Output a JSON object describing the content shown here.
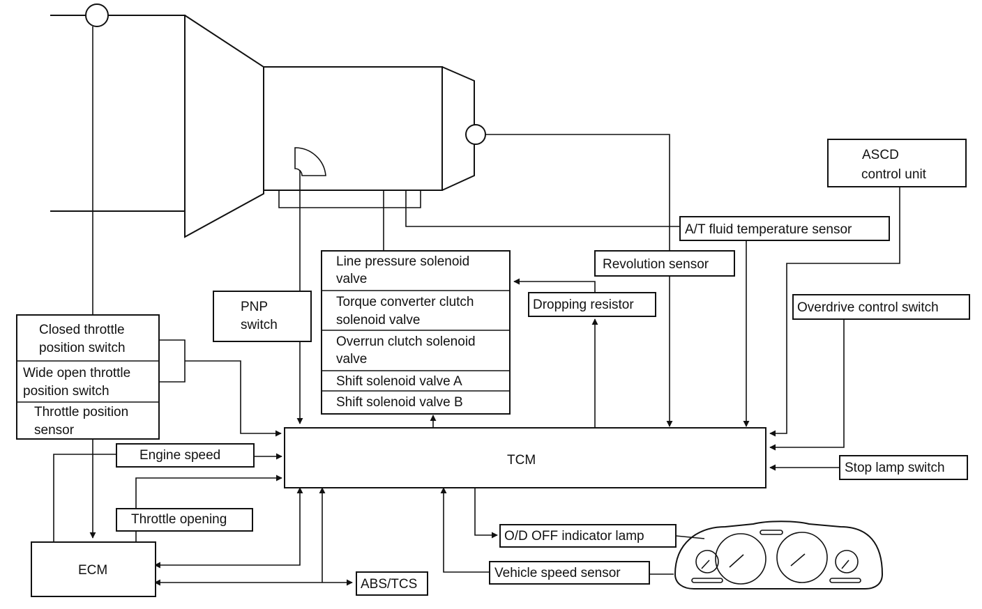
{
  "labels": {
    "asc_line1": "ASCD",
    "asc_line2": "control unit",
    "at_fluid": "A/T fluid temperature sensor",
    "revolution": "Revolution sensor",
    "line_pressure_1": "Line pressure solenoid",
    "line_pressure_2": "valve",
    "torque_1": "Torque converter clutch",
    "torque_2": "solenoid valve",
    "overrun_1": "Overrun clutch solenoid",
    "overrun_2": "valve",
    "shift_a": "Shift solenoid valve A",
    "shift_b": "Shift solenoid valve B",
    "dropping": "Dropping resistor",
    "overdrive": "Overdrive control switch",
    "pnp_1": "PNP",
    "pnp_2": "switch",
    "closed_1": "Closed throttle",
    "closed_2": "position switch",
    "wide_1": "Wide open throttle",
    "wide_2": "position switch",
    "tps_1": "Throttle position",
    "tps_2": "sensor",
    "engine_speed": "Engine speed",
    "tcm": "TCM",
    "stop_lamp": "Stop lamp switch",
    "throttle_opening": "Throttle opening",
    "od_off": "O/D OFF indicator lamp",
    "vss": "Vehicle speed sensor",
    "ecm": "ECM",
    "abs": "ABS/TCS"
  }
}
